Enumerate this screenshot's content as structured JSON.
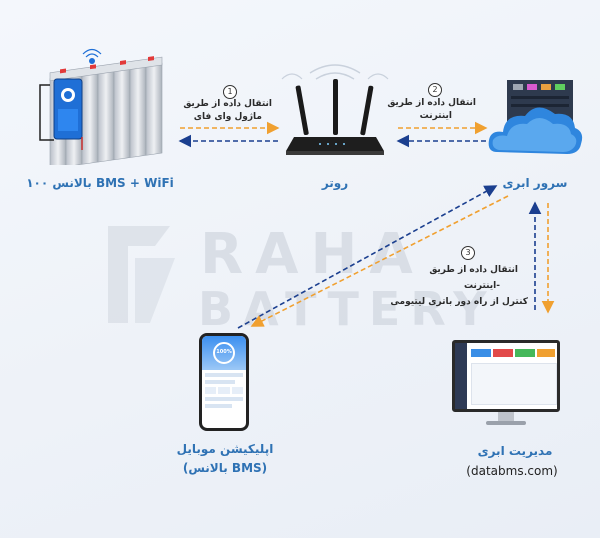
{
  "watermark": {
    "line1": "RAHA",
    "line2": "BATTERY"
  },
  "nodes": {
    "battery": "BMS + WiFi بالانس ۱۰۰",
    "router": "روتر",
    "cloud_server": "سرور ابری",
    "mobile_app_line1": "اپلیکیشن موبایل",
    "mobile_app_line2": "(BMS بالانس)",
    "cloud_management": "مدیریت ابری",
    "cloud_management_url": "(databms.com)"
  },
  "steps": {
    "s1": {
      "number": "1",
      "line1": "انتقال داده از طریق",
      "line2": "ماژول وای فای"
    },
    "s2": {
      "number": "2",
      "line1": "انتقال داده از طریق",
      "line2": "اینترنت"
    },
    "s3": {
      "number": "3",
      "line1": "انتقال داده از طریق",
      "line2": "-اینترنت",
      "line3": "کنترل از راه دور باتری لیتیومی"
    }
  },
  "colors": {
    "blue_arrow": "#1b3f8f",
    "orange_arrow": "#f0a030",
    "label_blue": "#2f72b4"
  },
  "phone_screen": {
    "value": "100%"
  }
}
